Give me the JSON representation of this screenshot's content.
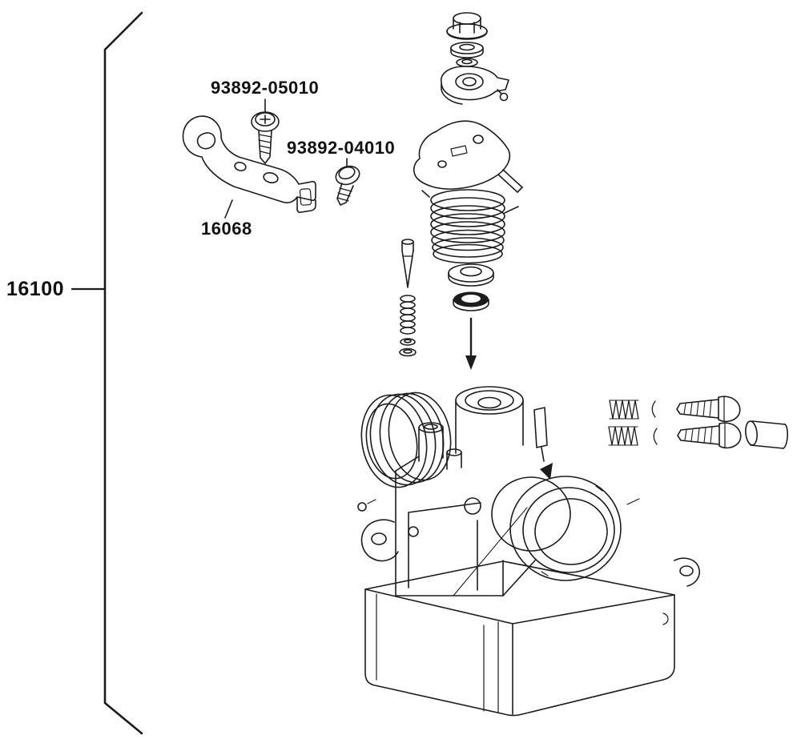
{
  "diagram": {
    "assembly_number": "16100",
    "labels": {
      "screw_top": "93892-05010",
      "screw_side": "93892-04010",
      "bracket": "16068"
    },
    "art_parts": [
      "flange-nut",
      "washer-stack",
      "throttle-cam",
      "cam-plate",
      "return-spring",
      "flat-washer",
      "seal-washer",
      "idle-mixture-needle",
      "needle-spring",
      "needle-washers",
      "throttle-body",
      "mount-bracket",
      "pan-head-screw",
      "flange-screw",
      "coil-spring-pair",
      "hex-bolt-pair",
      "dowel-pin",
      "down-arrow",
      "assembly-brace"
    ],
    "colors": {
      "line": "#1c1c1c",
      "text": "#111111",
      "background": "#ffffff"
    }
  }
}
